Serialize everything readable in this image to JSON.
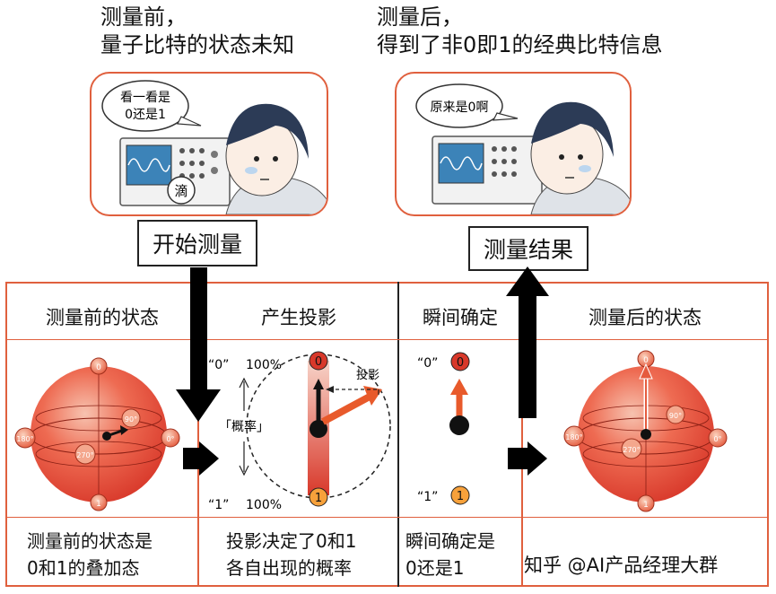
{
  "top": {
    "before_caption": [
      "测量前，",
      "量子比特的状态未知"
    ],
    "after_caption": [
      "测量后，",
      "得到了非0即1的经典比特信息"
    ],
    "speech_before": [
      "看一看是",
      "0还是1"
    ],
    "speech_after": "原来是0啊",
    "drip_label": "滴",
    "start_button": "开始测量",
    "result_button": "测量结果"
  },
  "table": {
    "headers": [
      "测量前的状态",
      "产生投影",
      "瞬间确定",
      "测量后的状态"
    ],
    "footers": [
      [
        "测量前的状态是",
        "0和1的叠加态"
      ],
      [
        "投影决定了0和1",
        "各自出现的概率"
      ],
      [
        "瞬间确定是",
        "0还是1"
      ]
    ]
  },
  "sphere_labels": {
    "top": "0",
    "bottom": "1",
    "left": "180°",
    "right": "0°",
    "front": "270°",
    "back": "90°"
  },
  "projection": {
    "zero_label": "“0”",
    "zero_pct": "100%",
    "one_label": "“1”",
    "one_pct": "100%",
    "prob_label": "「概率」",
    "proj_label": "投影",
    "marker_zero": "0",
    "marker_one": "1"
  },
  "determine": {
    "zero_label": "“0”",
    "one_label": "“1”",
    "marker_zero": "0",
    "marker_one": "1"
  },
  "watermark": "知乎 @AI产品经理大群"
}
